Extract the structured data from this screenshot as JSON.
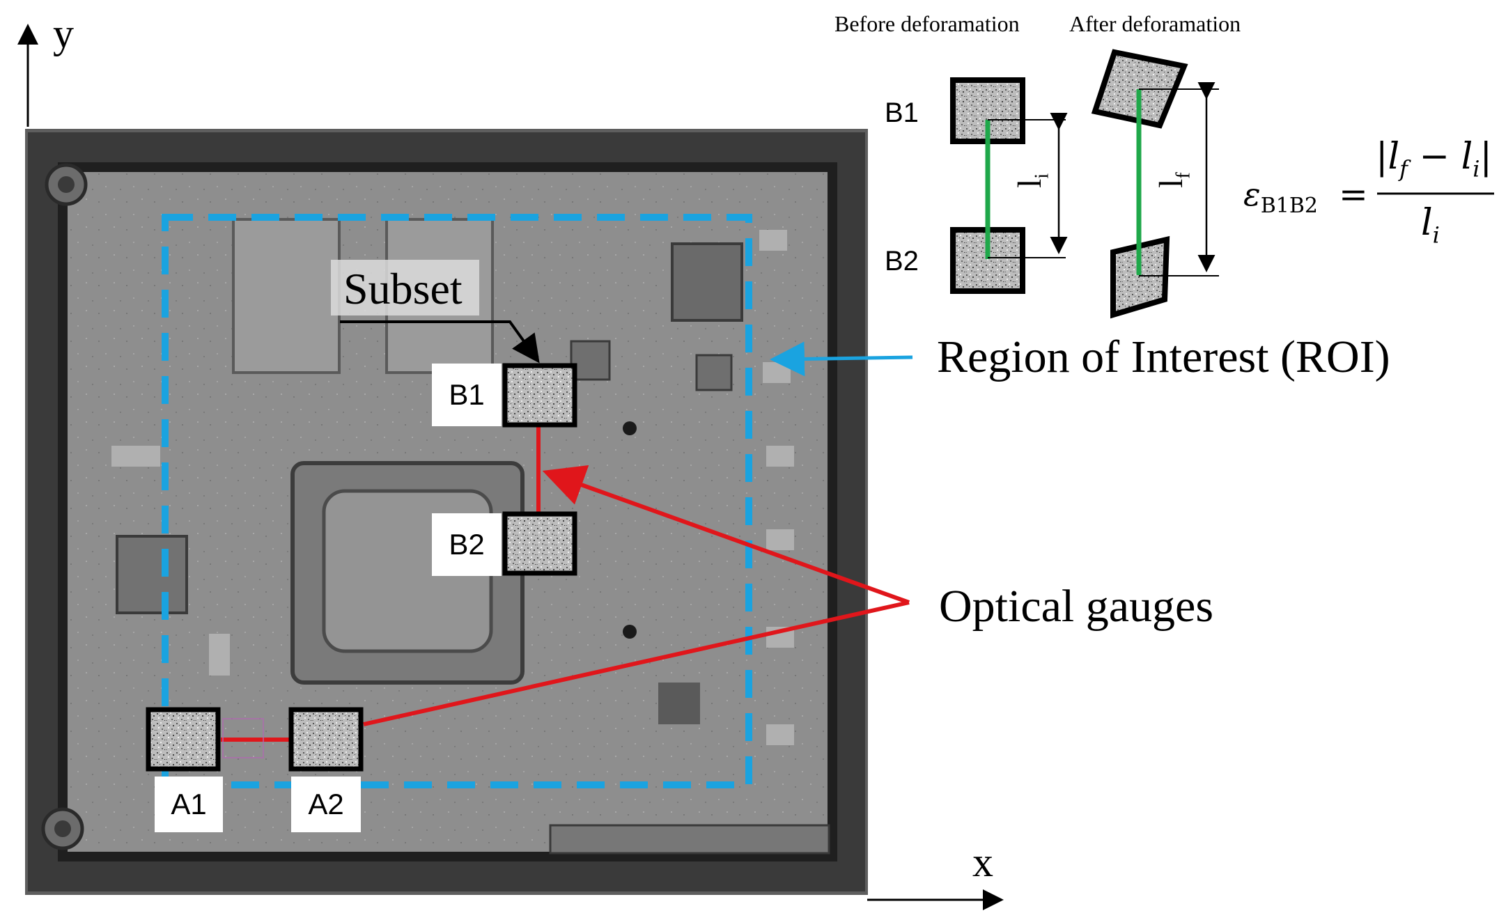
{
  "axes": {
    "x_label": "x",
    "y_label": "y"
  },
  "header": {
    "before": "Before deforamation",
    "after": "After deforamation"
  },
  "gauge_labels": {
    "a1": "A1",
    "a2": "A2",
    "b1": "B1",
    "b2": "B2"
  },
  "diagram_labels": {
    "b1": "B1",
    "b2": "B2",
    "li": "l",
    "li_sub": "i",
    "lf": "l",
    "lf_sub": "f"
  },
  "annotations": {
    "subset": "Subset",
    "roi": "Region of Interest (ROI)",
    "optical_gauges": "Optical gauges"
  },
  "formula": {
    "lhs": "ε",
    "lhs_sub": "B1B2",
    "equals": "=",
    "numerator": "|l",
    "numerator_sub_f": "f",
    "minus": " − l",
    "numerator_sub_i": "i",
    "numerator_close": "|",
    "denominator": "l",
    "denominator_sub": "i"
  },
  "colors": {
    "roi": "#1aa3e0",
    "gauge_line": "#e0161b",
    "gauge_line_green": "#1fa84a",
    "board_gray": "#8d8d8d"
  },
  "icons": [
    "arrow-up-icon",
    "arrow-right-icon"
  ]
}
